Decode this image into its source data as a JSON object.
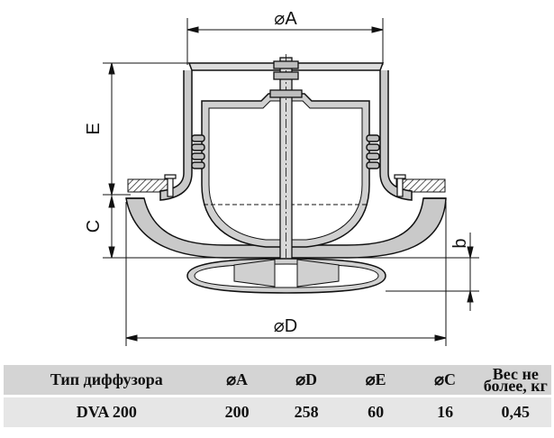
{
  "drawing": {
    "labels": {
      "a": "⌀A",
      "d": "⌀D",
      "e": "E",
      "c": "C",
      "b": "b"
    }
  },
  "table": {
    "headers": [
      "Тип диффузора",
      "⌀A",
      "⌀D",
      "⌀E",
      "⌀C",
      "Вес не более, кг"
    ],
    "rows": [
      [
        "DVA 200",
        "200",
        "258",
        "60",
        "16",
        "0,45"
      ]
    ]
  }
}
